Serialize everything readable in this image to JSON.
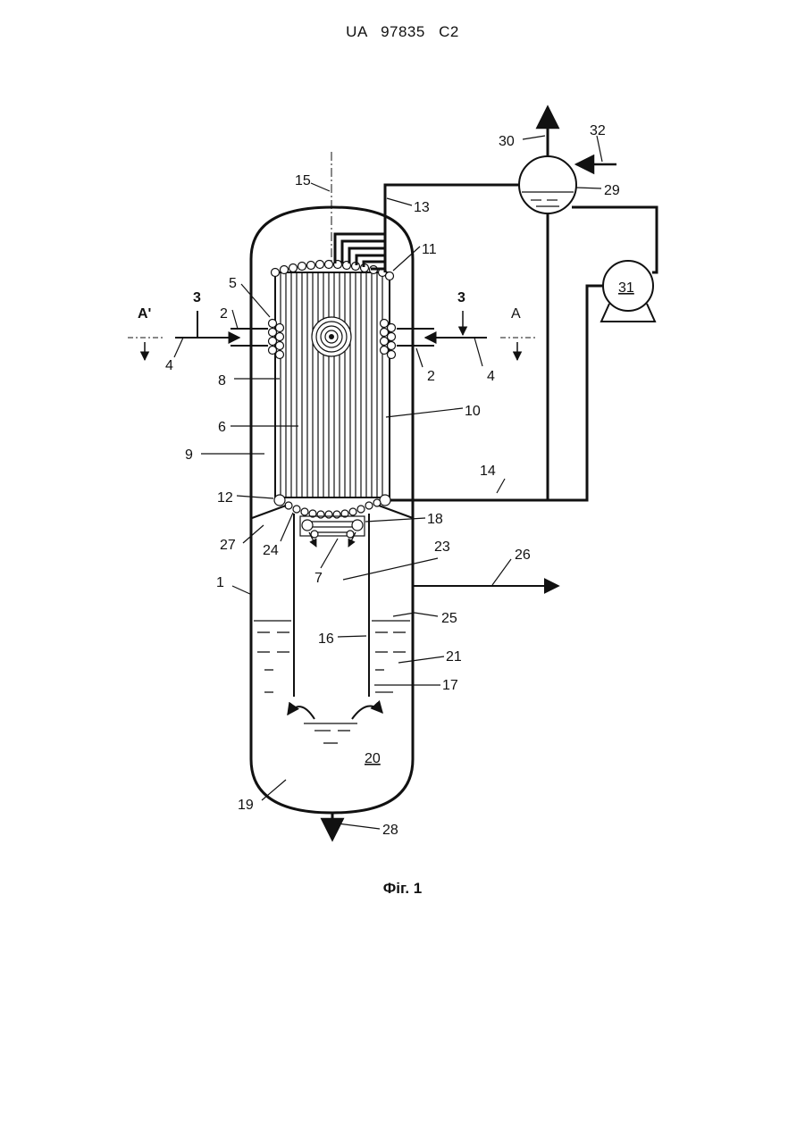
{
  "document": {
    "header": "UA 97835 C2",
    "caption": "Фіг. 1"
  },
  "labels": {
    "n1": "1",
    "n2": "2",
    "n3": "3",
    "n4": "4",
    "n5": "5",
    "n6": "6",
    "n7": "7",
    "n8": "8",
    "n9": "9",
    "n10": "10",
    "n11": "11",
    "n12": "12",
    "n13": "13",
    "n14": "14",
    "n15": "15",
    "n16": "16",
    "n17": "17",
    "n18": "18",
    "n19": "19",
    "n20": "20",
    "n21": "21",
    "n23": "23",
    "n24": "24",
    "n25": "25",
    "n26": "26",
    "n27": "27",
    "n28": "28",
    "n29": "29",
    "n30": "30",
    "n31": "31",
    "n32": "32",
    "section_a": "A",
    "section_a_prime": "A'"
  }
}
